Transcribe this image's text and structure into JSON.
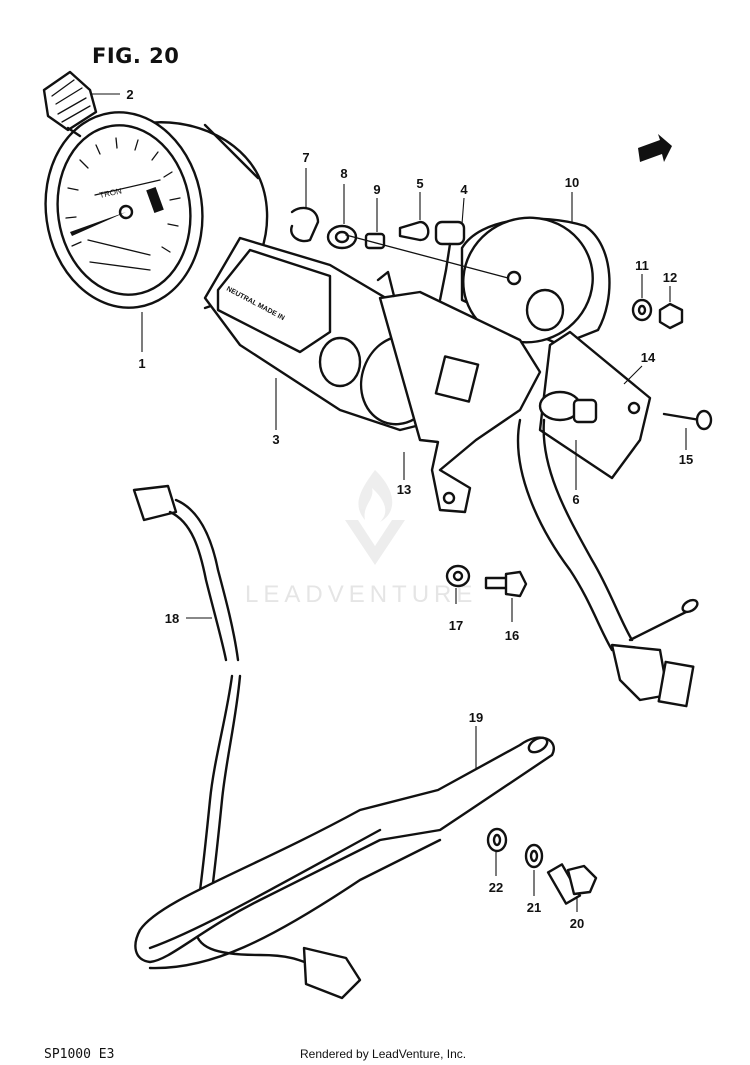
{
  "figure": {
    "title": "FIG. 20",
    "model": "SP1000 E3"
  },
  "footer": {
    "rendered_by": "Rendered by LeadVenture, Inc."
  },
  "watermark": {
    "text": "LEADVENTURE"
  },
  "labels": {
    "speedometer_face": "TRON",
    "housing": "NEUTRAL  MADE IN"
  },
  "callouts": [
    "1",
    "2",
    "3",
    "4",
    "5",
    "6",
    "7",
    "8",
    "9",
    "10",
    "11",
    "12",
    "13",
    "14",
    "15",
    "16",
    "17",
    "18",
    "19",
    "20",
    "21",
    "22"
  ],
  "colors": {
    "line": "#111111",
    "background": "#ffffff",
    "watermark": "#e3e3e3"
  }
}
